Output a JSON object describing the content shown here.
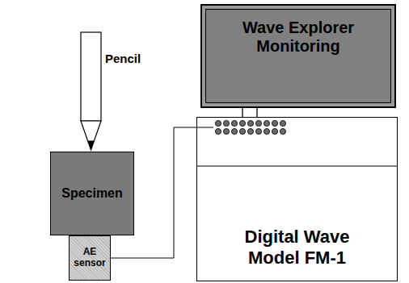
{
  "diagram": {
    "nodes": [
      {
        "text": [
          "Specimen"
        ]
      },
      {
        "text": [
          "AE sensor"
        ]
      },
      {
        "text": [
          "Wave Explorer Monitoring"
        ]
      },
      {
        "text": [
          "Digital Wave Model FM-1"
        ]
      }
    ],
    "edges": [
      {
        "from": 1,
        "to": 3,
        "arrow": "none"
      },
      {
        "from": 2,
        "to": 3,
        "arrow": "none"
      }
    ],
    "labels": [
      "Pencil"
    ]
  }
}
